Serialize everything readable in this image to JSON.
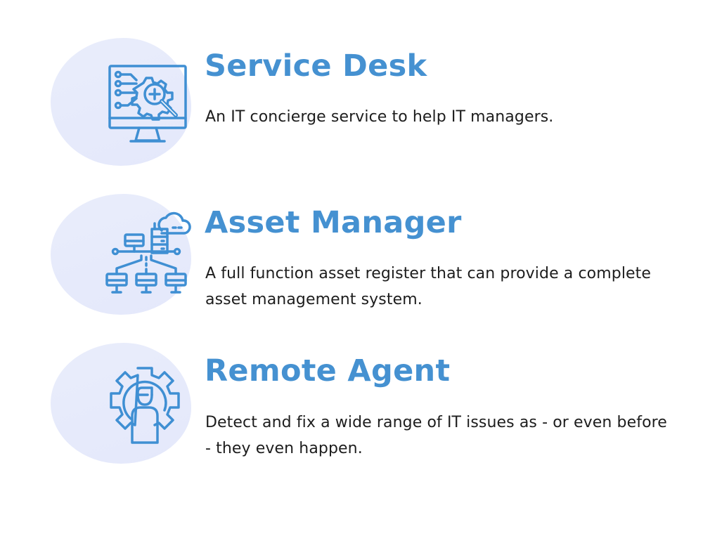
{
  "colors": {
    "accent": "#4591d1",
    "icon_stroke": "#3f8fd3",
    "blob": "#e7ebfb",
    "body_text": "#1d1d1d",
    "background": "#ffffff"
  },
  "features": [
    {
      "title": "Service Desk",
      "description": "An IT concierge service to help IT managers.",
      "icon": "monitor-gear-search-icon"
    },
    {
      "title": "Asset Manager",
      "description": "A full function asset register that can provide a complete asset management system.",
      "icon": "network-server-cloud-icon"
    },
    {
      "title": "Remote Agent",
      "description": "Detect and fix a wide range of IT issues as - or even before - they even happen.",
      "icon": "gear-person-icon"
    }
  ]
}
